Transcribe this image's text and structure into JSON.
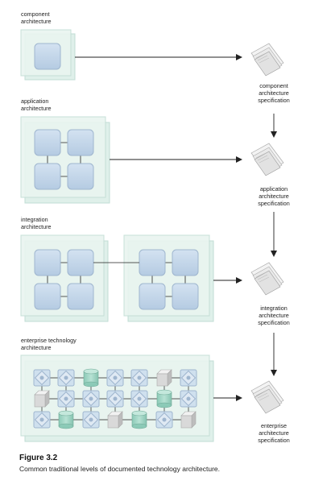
{
  "levels": [
    {
      "id": "component",
      "title": "component\narchitecture",
      "spec": "component\narchitecture\nspecification"
    },
    {
      "id": "application",
      "title": "application\narchitecture",
      "spec": "application\narchitecture\nspecification"
    },
    {
      "id": "integration",
      "title": "integration\narchitecture",
      "spec": "integration\narchitecture\nspecification"
    },
    {
      "id": "enterprise",
      "title": "enterprise technology\narchitecture",
      "spec": "enterprise\narchitecture\nspecification"
    }
  ],
  "figure": {
    "number": "Figure 3.2",
    "caption": "Common traditional levels of documented technology architecture."
  },
  "colors": {
    "panel": "#dff0ea",
    "panel_edge": "#c2ddd4",
    "box": "#c5d7ea",
    "box_edge": "#9fb6cf",
    "cylinder": "#9fd3c3",
    "cube": "#d9d9d9",
    "doc": "#efefef",
    "line": "#222222"
  }
}
